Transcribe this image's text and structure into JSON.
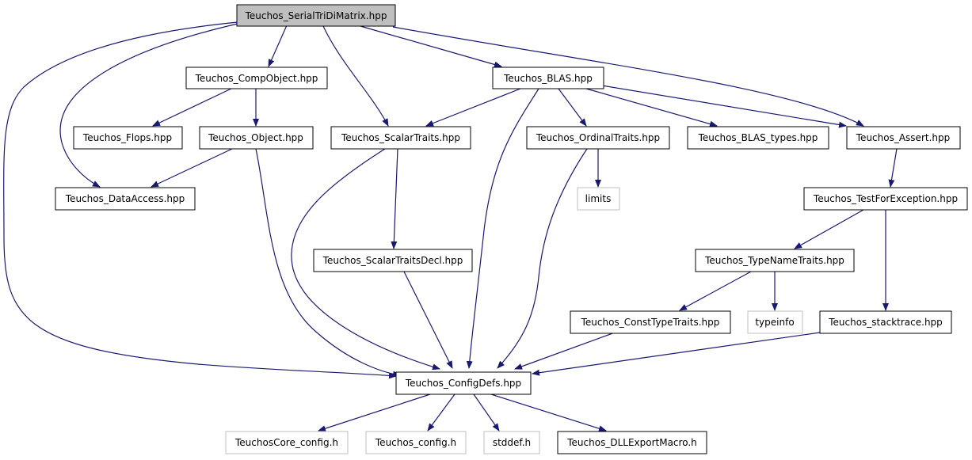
{
  "diagram": {
    "nodes": {
      "serialtridi": "Teuchos_SerialTriDiMatrix.hpp",
      "compobject": "Teuchos_CompObject.hpp",
      "blas": "Teuchos_BLAS.hpp",
      "flops": "Teuchos_Flops.hpp",
      "object": "Teuchos_Object.hpp",
      "scalartraits": "Teuchos_ScalarTraits.hpp",
      "ordinaltraits": "Teuchos_OrdinalTraits.hpp",
      "blastypes": "Teuchos_BLAS_types.hpp",
      "assert": "Teuchos_Assert.hpp",
      "dataaccess": "Teuchos_DataAccess.hpp",
      "limits": "limits",
      "testforexception": "Teuchos_TestForException.hpp",
      "scalartraitsdecl": "Teuchos_ScalarTraitsDecl.hpp",
      "typenametraits": "Teuchos_TypeNameTraits.hpp",
      "consttypetraits": "Teuchos_ConstTypeTraits.hpp",
      "typeinfo": "typeinfo",
      "stacktrace": "Teuchos_stacktrace.hpp",
      "configdefs": "Teuchos_ConfigDefs.hpp",
      "coreconfig": "TeuchosCore_config.h",
      "config": "Teuchos_config.h",
      "stddef": "stddef.h",
      "dllexport": "Teuchos_DLLExportMacro.h"
    },
    "colors": {
      "edge": "#191970",
      "root_fill": "#bfbfbf",
      "external_border": "#bfbfbf",
      "node_border": "#000000"
    }
  }
}
